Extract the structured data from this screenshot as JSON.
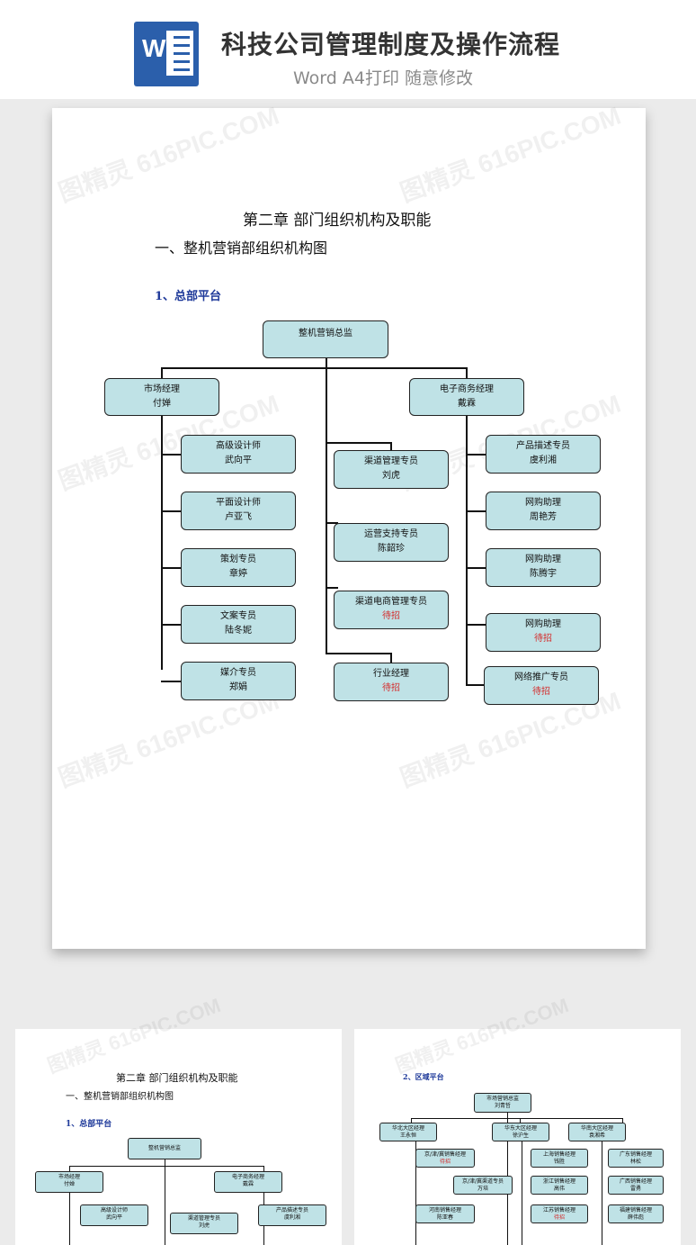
{
  "header": {
    "title": "科技公司管理制度及操作流程",
    "subtitle": "Word A4打印 随意修改",
    "icon_letter": "W"
  },
  "watermark": "图精灵 616PIC.COM",
  "doc": {
    "chapter": "第二章  部门组织机构及职能",
    "section": "一、整机营销部组织机构图",
    "sub1": "1、总部平台",
    "sub2": "2、区域平台"
  },
  "org": {
    "top": {
      "title": "整机营销总监",
      "name": ""
    },
    "market": {
      "title": "市场经理",
      "name": "付婵"
    },
    "ecom": {
      "title": "电子商务经理",
      "name": "戴霖"
    },
    "left": [
      {
        "title": "高级设计师",
        "name": "武向平"
      },
      {
        "title": "平面设计师",
        "name": "卢亚飞"
      },
      {
        "title": "策划专员",
        "name": "章婷"
      },
      {
        "title": "文案专员",
        "name": "陆冬妮"
      },
      {
        "title": "媒介专员",
        "name": "郑娟"
      }
    ],
    "mid": [
      {
        "title": "渠道管理专员",
        "name": "刘虎"
      },
      {
        "title": "运营支持专员",
        "name": "陈韶珍"
      },
      {
        "title": "渠道电商管理专员",
        "name": "待招"
      },
      {
        "title": "行业经理",
        "name": "待招"
      }
    ],
    "right": [
      {
        "title": "产品描述专员",
        "name": "虞利湘"
      },
      {
        "title": "网购助理",
        "name": "周艳芳"
      },
      {
        "title": "网购助理",
        "name": "陈腾宇"
      },
      {
        "title": "网购助理",
        "name": "待招"
      },
      {
        "title": "网络推广专员",
        "name": "待招"
      }
    ]
  },
  "region": {
    "top": {
      "title": "市场营销总监",
      "name": "刘青哲"
    },
    "north": {
      "title": "华北大区经理",
      "name": "王永恒"
    },
    "east": {
      "title": "华东大区经理",
      "name": "徐沪生"
    },
    "south": {
      "title": "华南大区经理",
      "name": "袁湘希"
    },
    "n1": {
      "title": "京/津/冀销售经理",
      "name": "待招"
    },
    "n2": {
      "title": "京/津/冀渠道专员",
      "name": "万培"
    },
    "n3": {
      "title": "河南销售经理",
      "name": "陈亚春"
    },
    "e1": {
      "title": "上海销售经理",
      "name": "钱胜"
    },
    "e2": {
      "title": "浙江销售经理",
      "name": "高伟"
    },
    "e3": {
      "title": "江苏销售经理",
      "name": "待招"
    },
    "s1": {
      "title": "广东销售经理",
      "name": "林松"
    },
    "s2": {
      "title": "广西销售经理",
      "name": "雷勇"
    },
    "s3": {
      "title": "福建销售经理",
      "name": "薛伟彪"
    }
  },
  "colors": {
    "node_fill": "#bfe2e6",
    "hiring": "#d42c2c",
    "heading_blue": "#1f3a9a",
    "word_blue": "#2b5fab"
  }
}
